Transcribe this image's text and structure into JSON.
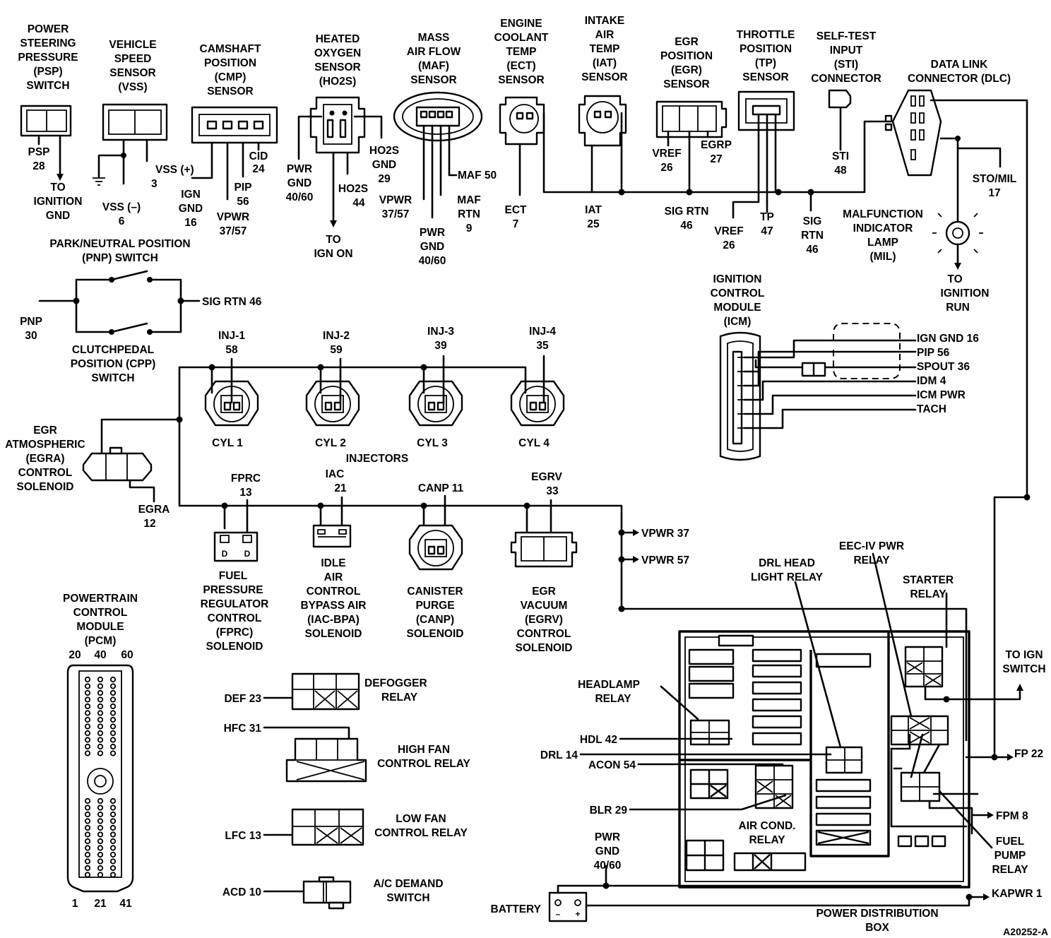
{
  "figure_id": "A20252-A",
  "sensors": {
    "psp": {
      "title": [
        "POWER",
        "STEERING",
        "PRESSURE",
        "(PSP)",
        "SWITCH"
      ],
      "pin_name": "PSP",
      "pin_num": "28",
      "to": [
        "TO",
        "IGNITION",
        "GND"
      ]
    },
    "vss": {
      "title": [
        "VEHICLE",
        "SPEED",
        "SENSOR",
        "(VSS)"
      ],
      "pos": [
        "VSS (+)",
        "3"
      ],
      "neg": [
        "VSS (–)",
        "6"
      ]
    },
    "cmp": {
      "title": [
        "CAMSHAFT",
        "POSITION",
        "(CMP)",
        "SENSOR"
      ],
      "ign_gnd": [
        "IGN",
        "GND",
        "16"
      ],
      "vpwr": [
        "VPWR",
        "37/57"
      ],
      "pip": [
        "PIP",
        "56"
      ],
      "cid": [
        "CID",
        "24"
      ]
    },
    "ho2s": {
      "title": [
        "HEATED",
        "OXYGEN",
        "SENSOR",
        "(HO2S)"
      ],
      "pwr_gnd": [
        "PWR",
        "GND",
        "40/60"
      ],
      "ho2s_gnd": [
        "HO2S",
        "GND",
        "29"
      ],
      "ho2s": [
        "HO2S",
        "44"
      ],
      "to": [
        "TO",
        "IGN ON"
      ]
    },
    "maf": {
      "title": [
        "MASS",
        "AIR FLOW",
        "(MAF)",
        "SENSOR"
      ],
      "vpwr": [
        "VPWR",
        "37/57"
      ],
      "pwr_gnd": [
        "PWR",
        "GND",
        "40/60"
      ],
      "maf": "MAF 50",
      "rtn": [
        "MAF",
        "RTN",
        "9"
      ]
    },
    "ect": {
      "title": [
        "ENGINE",
        "COOLANT",
        "TEMP",
        "(ECT)",
        "SENSOR"
      ],
      "pin": [
        "ECT",
        "7"
      ]
    },
    "iat": {
      "title": [
        "INTAKE",
        "AIR",
        "TEMP",
        "(IAT)",
        "SENSOR"
      ],
      "pin": [
        "IAT",
        "25"
      ]
    },
    "egr": {
      "title": [
        "EGR",
        "POSITION",
        "(EGR)",
        "SENSOR"
      ],
      "vref": [
        "VREF",
        "26"
      ],
      "egrp": [
        "EGRP",
        "27"
      ],
      "sigrtn": [
        "SIG RTN",
        "46"
      ]
    },
    "tp": {
      "title": [
        "THROTTLE",
        "POSITION",
        "(TP)",
        "SENSOR"
      ],
      "vref": [
        "VREF",
        "26"
      ],
      "tp": [
        "TP",
        "47"
      ],
      "sigrtn": [
        "SIG",
        "RTN",
        "46"
      ]
    },
    "sti": {
      "title": [
        "SELF-TEST",
        "INPUT",
        "(STI)",
        "CONNECTOR"
      ],
      "pin": [
        "STI",
        "48"
      ]
    },
    "dlc": {
      "title": [
        "DATA LINK",
        "CONNECTOR (DLC)"
      ],
      "sto": [
        "STO/MIL",
        "17"
      ]
    },
    "mil": {
      "title": [
        "MALFUNCTION",
        "INDICATOR",
        "LAMP",
        "(MIL)"
      ],
      "to": [
        "TO",
        "IGNITION",
        "RUN"
      ]
    }
  },
  "pnp": {
    "title": [
      "PARK/NEUTRAL POSITION",
      "(PNP) SWITCH"
    ],
    "pin": [
      "PNP",
      "30"
    ],
    "sigrtn": "SIG RTN 46",
    "cpp": [
      "CLUTCHPEDAL",
      "POSITION (CPP)",
      "SWITCH"
    ]
  },
  "injectors": {
    "label": "INJECTORS",
    "items": [
      {
        "name": "INJ-1",
        "pin": "58",
        "cyl": "CYL 1"
      },
      {
        "name": "INJ-2",
        "pin": "59",
        "cyl": "CYL 2"
      },
      {
        "name": "INJ-3",
        "pin": "39",
        "cyl": "CYL 3"
      },
      {
        "name": "INJ-4",
        "pin": "35",
        "cyl": "CYL 4"
      }
    ]
  },
  "egra": {
    "title": [
      "EGR",
      "ATMOSPHERIC",
      "(EGRA)",
      "CONTROL",
      "SOLENOID"
    ],
    "pin": [
      "EGRA",
      "12"
    ]
  },
  "icm": {
    "title": [
      "IGNITION",
      "CONTROL",
      "MODULE",
      "(ICM)"
    ],
    "pins": [
      "IGN GND 16",
      "PIP 56",
      "SPOUT 36",
      "IDM 4",
      "ICM PWR",
      "TACH"
    ]
  },
  "solenoids": {
    "fprc": {
      "pin": [
        "FPRC",
        "13"
      ],
      "title": [
        "FUEL",
        "PRESSURE",
        "REGULATOR",
        "CONTROL",
        "(FPRC)",
        "SOLENOID"
      ]
    },
    "iac": {
      "pin": [
        "IAC",
        "21"
      ],
      "title": [
        "IDLE",
        "AIR",
        "CONTROL",
        "BYPASS AIR",
        "(IAC-BPA)",
        "SOLENOID"
      ]
    },
    "canp": {
      "pin": [
        "CANP 11"
      ],
      "title": [
        "CANISTER",
        "PURGE",
        "(CANP)",
        "SOLENOID"
      ]
    },
    "egrv": {
      "pin": [
        "EGRV",
        "33"
      ],
      "title": [
        "EGR",
        "VACUUM",
        "(EGRV)",
        "CONTROL",
        "SOLENOID"
      ]
    }
  },
  "vpwr": [
    "VPWR 37",
    "VPWR 57"
  ],
  "pcm": {
    "title": [
      "POWERTRAIN",
      "CONTROL",
      "MODULE",
      "(PCM)"
    ],
    "top_pins": [
      "20",
      "40",
      "60"
    ],
    "bottom_pins": [
      "1",
      "21",
      "41"
    ]
  },
  "relays": {
    "def": {
      "pin": "DEF 23",
      "title": [
        "DEFOGGER",
        "RELAY"
      ]
    },
    "hfc": {
      "pin": "HFC 31",
      "title": [
        "HIGH FAN",
        "CONTROL RELAY"
      ]
    },
    "lfc": {
      "pin": "LFC 13",
      "title": [
        "LOW FAN",
        "CONTROL RELAY"
      ]
    },
    "acd": {
      "pin": "ACD 10",
      "title": [
        "A/C DEMAND",
        "SWITCH"
      ]
    }
  },
  "pdb": {
    "title": [
      "POWER DISTRIBUTION",
      "BOX"
    ],
    "labels": {
      "headlamp": [
        "HEADLAMP",
        "RELAY"
      ],
      "drl_head": [
        "DRL HEAD",
        "LIGHT RELAY"
      ],
      "eec": [
        "EEC-IV PWR",
        "RELAY"
      ],
      "starter": [
        "STARTER",
        "RELAY"
      ],
      "to_ign": [
        "TO IGN",
        "SWITCH"
      ],
      "hdl": "HDL 42",
      "drl": "DRL 14",
      "acon": "ACON 54",
      "blr": "BLR 29",
      "aircond": [
        "AIR COND.",
        "RELAY"
      ],
      "pwrgnd": [
        "PWR",
        "GND",
        "40/60"
      ],
      "battery": "BATTERY",
      "fp": "FP 22",
      "fpm": "FPM 8",
      "fuelpump": [
        "FUEL",
        "PUMP",
        "RELAY"
      ],
      "kapwr": "KAPWR 1"
    }
  }
}
